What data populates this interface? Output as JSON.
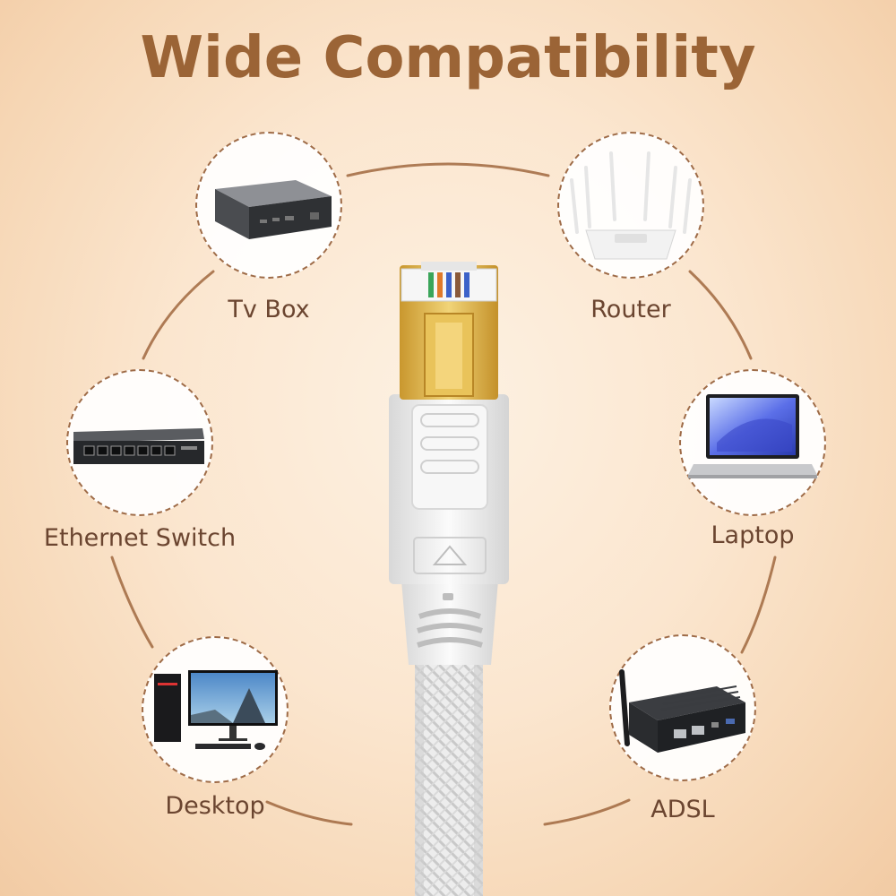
{
  "title": "Wide Compatibility",
  "devices": [
    {
      "id": "tv-box",
      "label": "Tv Box",
      "icon": "tv-box-icon"
    },
    {
      "id": "router",
      "label": "Router",
      "icon": "router-icon"
    },
    {
      "id": "ethernet-switch",
      "label": "Ethernet Switch",
      "icon": "ethernet-switch-icon"
    },
    {
      "id": "laptop",
      "label": "Laptop",
      "icon": "laptop-icon"
    },
    {
      "id": "desktop",
      "label": "Desktop",
      "icon": "desktop-icon"
    },
    {
      "id": "adsl",
      "label": "ADSL",
      "icon": "adsl-icon"
    }
  ],
  "colors": {
    "title": "#9b6436",
    "label": "#6b4530",
    "ring": "#9e6b47",
    "connector_gold": "#e2b94a",
    "connector_white": "#f3f3f3"
  }
}
